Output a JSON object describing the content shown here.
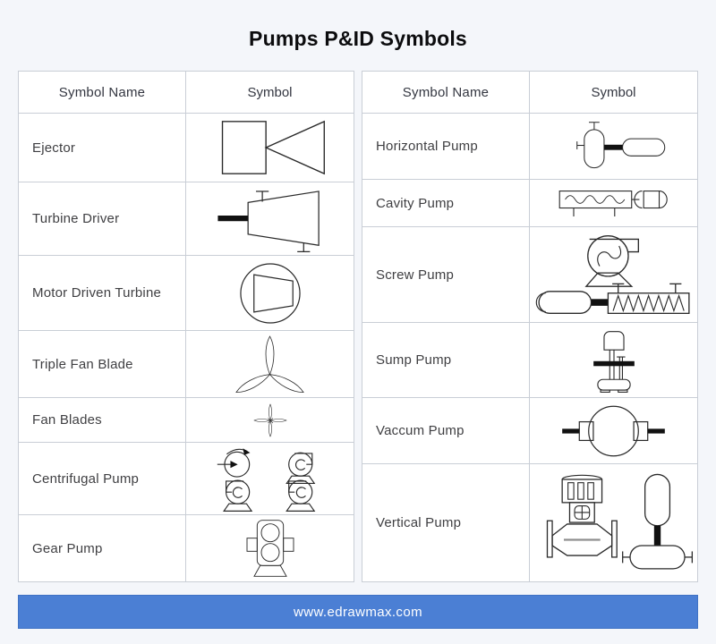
{
  "page": {
    "title": "Pumps P&ID Symbols",
    "background_color": "#f4f6fa"
  },
  "table_headers": {
    "name": "Symbol Name",
    "symbol": "Symbol"
  },
  "tables": [
    {
      "rows": [
        {
          "name": "Ejector",
          "icon": "ejector-symbol"
        },
        {
          "name": "Turbine Driver",
          "icon": "turbine-driver-symbol"
        },
        {
          "name": "Motor Driven Turbine",
          "icon": "motor-driven-turbine-symbol"
        },
        {
          "name": "Triple Fan Blade",
          "icon": "triple-fan-blade-symbol"
        },
        {
          "name": "Fan Blades",
          "icon": "fan-blades-symbol"
        },
        {
          "name": "Centrifugal Pump",
          "icon": "centrifugal-pump-symbol"
        },
        {
          "name": "Gear Pump",
          "icon": "gear-pump-symbol"
        }
      ]
    },
    {
      "rows": [
        {
          "name": "Horizontal Pump",
          "icon": "horizontal-pump-symbol"
        },
        {
          "name": "Cavity Pump",
          "icon": "cavity-pump-symbol"
        },
        {
          "name": "Screw Pump",
          "icon": "screw-pump-symbol"
        },
        {
          "name": "Sump Pump",
          "icon": "sump-pump-symbol"
        },
        {
          "name": "Vaccum Pump",
          "icon": "vaccum-pump-symbol"
        },
        {
          "name": "Vertical Pump",
          "icon": "vertical-pump-symbol"
        }
      ]
    }
  ],
  "footer": {
    "text": "www.edrawmax.com",
    "background_color": "#4b7fd4",
    "text_color": "#ffffff"
  },
  "colors": {
    "table_border": "#c9ced6",
    "label_text": "#3f3f42",
    "title_text": "#0c0c0e"
  }
}
